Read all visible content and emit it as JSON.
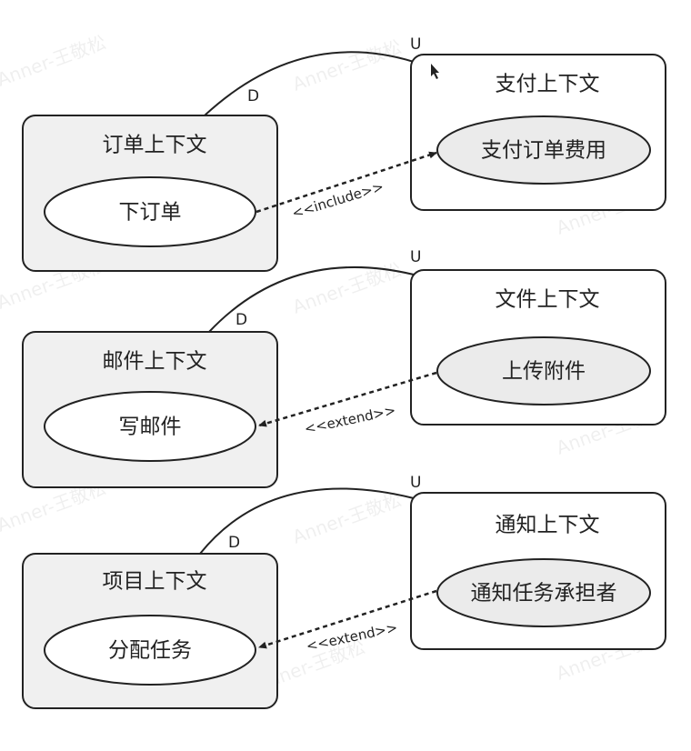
{
  "watermark": "Anner-王敬松",
  "colors": {
    "downstream_fill": "#f0f0f0",
    "upstream_usecase_fill": "#ebebeb",
    "stroke": "#222222"
  },
  "groups": [
    {
      "downstream": {
        "title": "订单上下文",
        "use_case": "下订单",
        "end_label": "D"
      },
      "upstream": {
        "title": "支付上下文",
        "use_case": "支付订单费用",
        "end_label": "U"
      },
      "relation": "<<include>>"
    },
    {
      "downstream": {
        "title": "邮件上下文",
        "use_case": "写邮件",
        "end_label": "D"
      },
      "upstream": {
        "title": "文件上下文",
        "use_case": "上传附件",
        "end_label": "U"
      },
      "relation": "<<extend>>"
    },
    {
      "downstream": {
        "title": "项目上下文",
        "use_case": "分配任务",
        "end_label": "D"
      },
      "upstream": {
        "title": "通知上下文",
        "use_case": "通知任务承担者",
        "end_label": "U"
      },
      "relation": "<<extend>>"
    }
  ]
}
